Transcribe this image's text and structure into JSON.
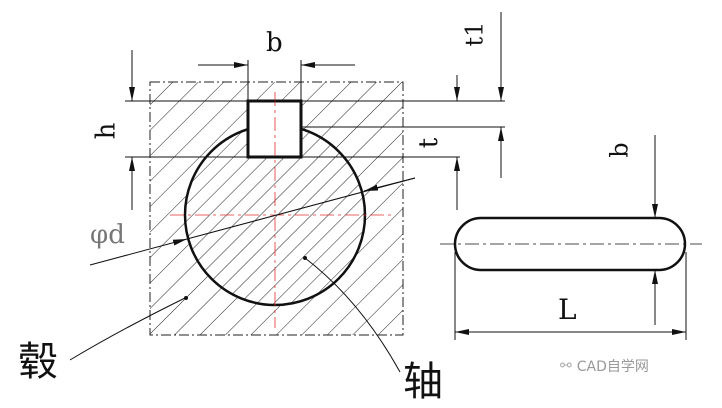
{
  "labels": {
    "b_top": "b",
    "h": "h",
    "t": "t",
    "t1": "t1",
    "b_side": "b",
    "L": "L",
    "phi_d": "φd",
    "hub": "毂",
    "shaft": "轴"
  },
  "watermark": {
    "icon": "wechat-icon",
    "text": "CAD自学网"
  },
  "colors": {
    "line": "#111111",
    "centerline": "#e03030",
    "watermark": "#999999"
  }
}
